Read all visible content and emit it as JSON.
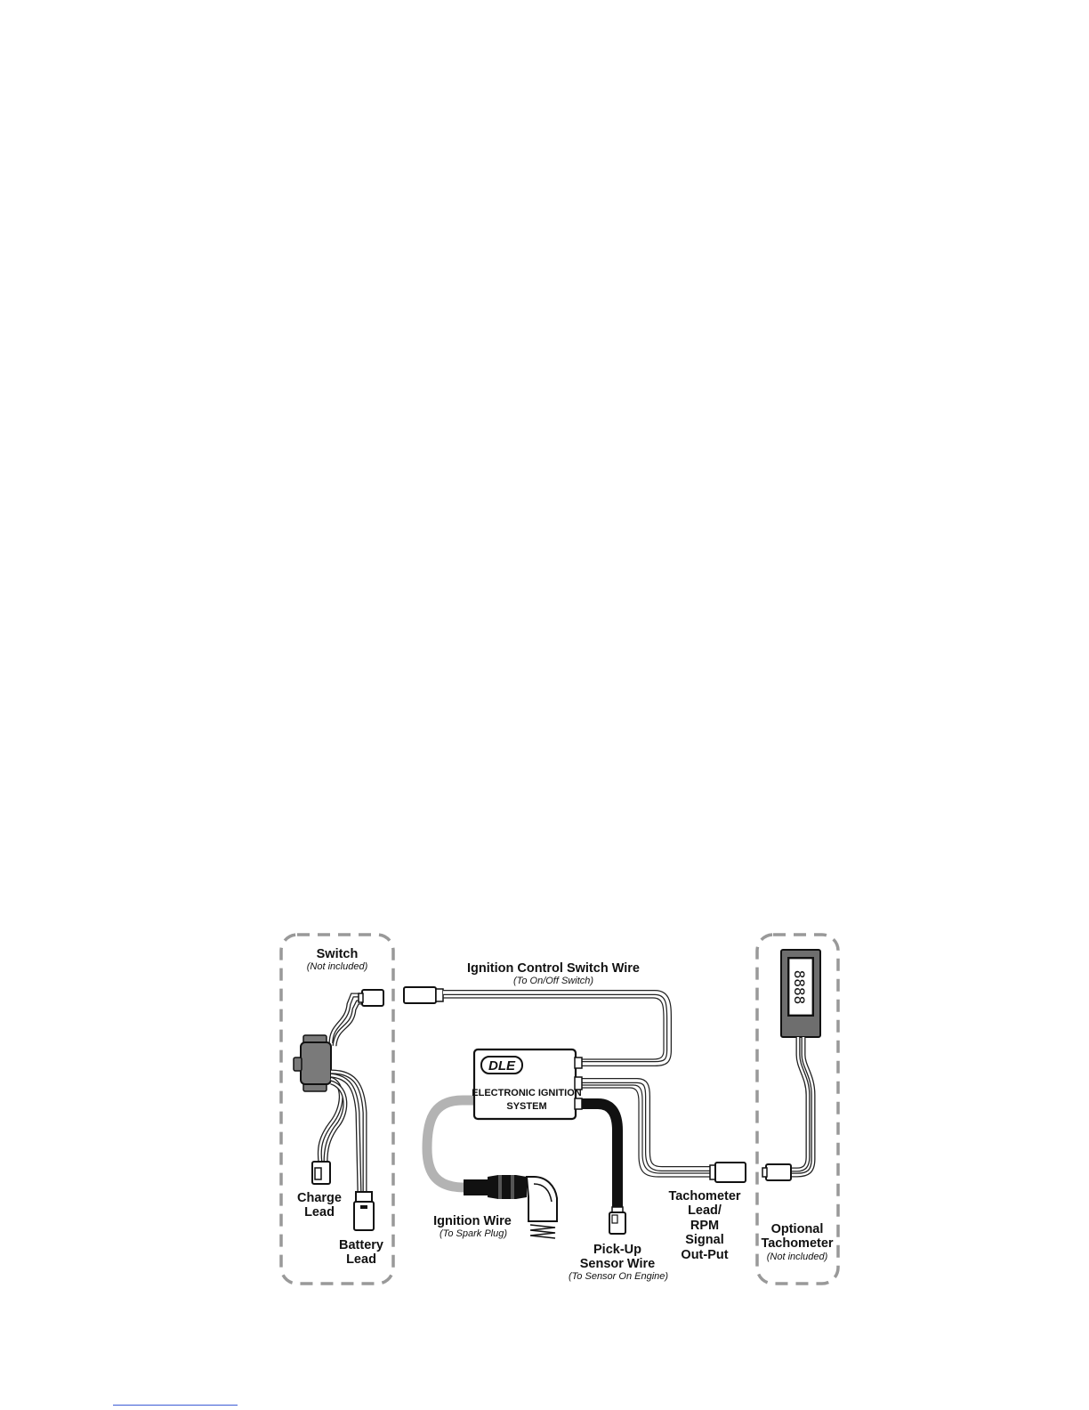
{
  "switch": {
    "title": "Switch",
    "note": "(Not included)",
    "charge_lead_line1": "Charge",
    "charge_lead_line2": "Lead",
    "battery_lead_line1": "Battery",
    "battery_lead_line2": "Lead"
  },
  "control_wire": {
    "title": "Ignition Control Switch Wire",
    "note": "(To On/Off Switch)"
  },
  "module": {
    "logo": "DLE",
    "line1": "ELECTRONIC IGNITION",
    "line2": "SYSTEM"
  },
  "ignition_wire": {
    "title": "Ignition Wire",
    "note": "(To Spark Plug)"
  },
  "pickup": {
    "line1": "Pick-Up",
    "line2": "Sensor Wire",
    "note": "(To Sensor On Engine)"
  },
  "tach_lead": {
    "line1": "Tachometer",
    "line2": "Lead/",
    "line3": "RPM",
    "line4": "Signal",
    "line5": "Out-Put"
  },
  "tachometer": {
    "line1": "Optional",
    "line2": "Tachometer",
    "note": "(Not included)",
    "display": "8888"
  },
  "colors": {
    "dash": "#999999",
    "switch_body": "#7a7a7a",
    "ignition_wire": "#b3b3b3",
    "pickup_wire": "#111111",
    "tach_body": "#6e6e6e"
  }
}
